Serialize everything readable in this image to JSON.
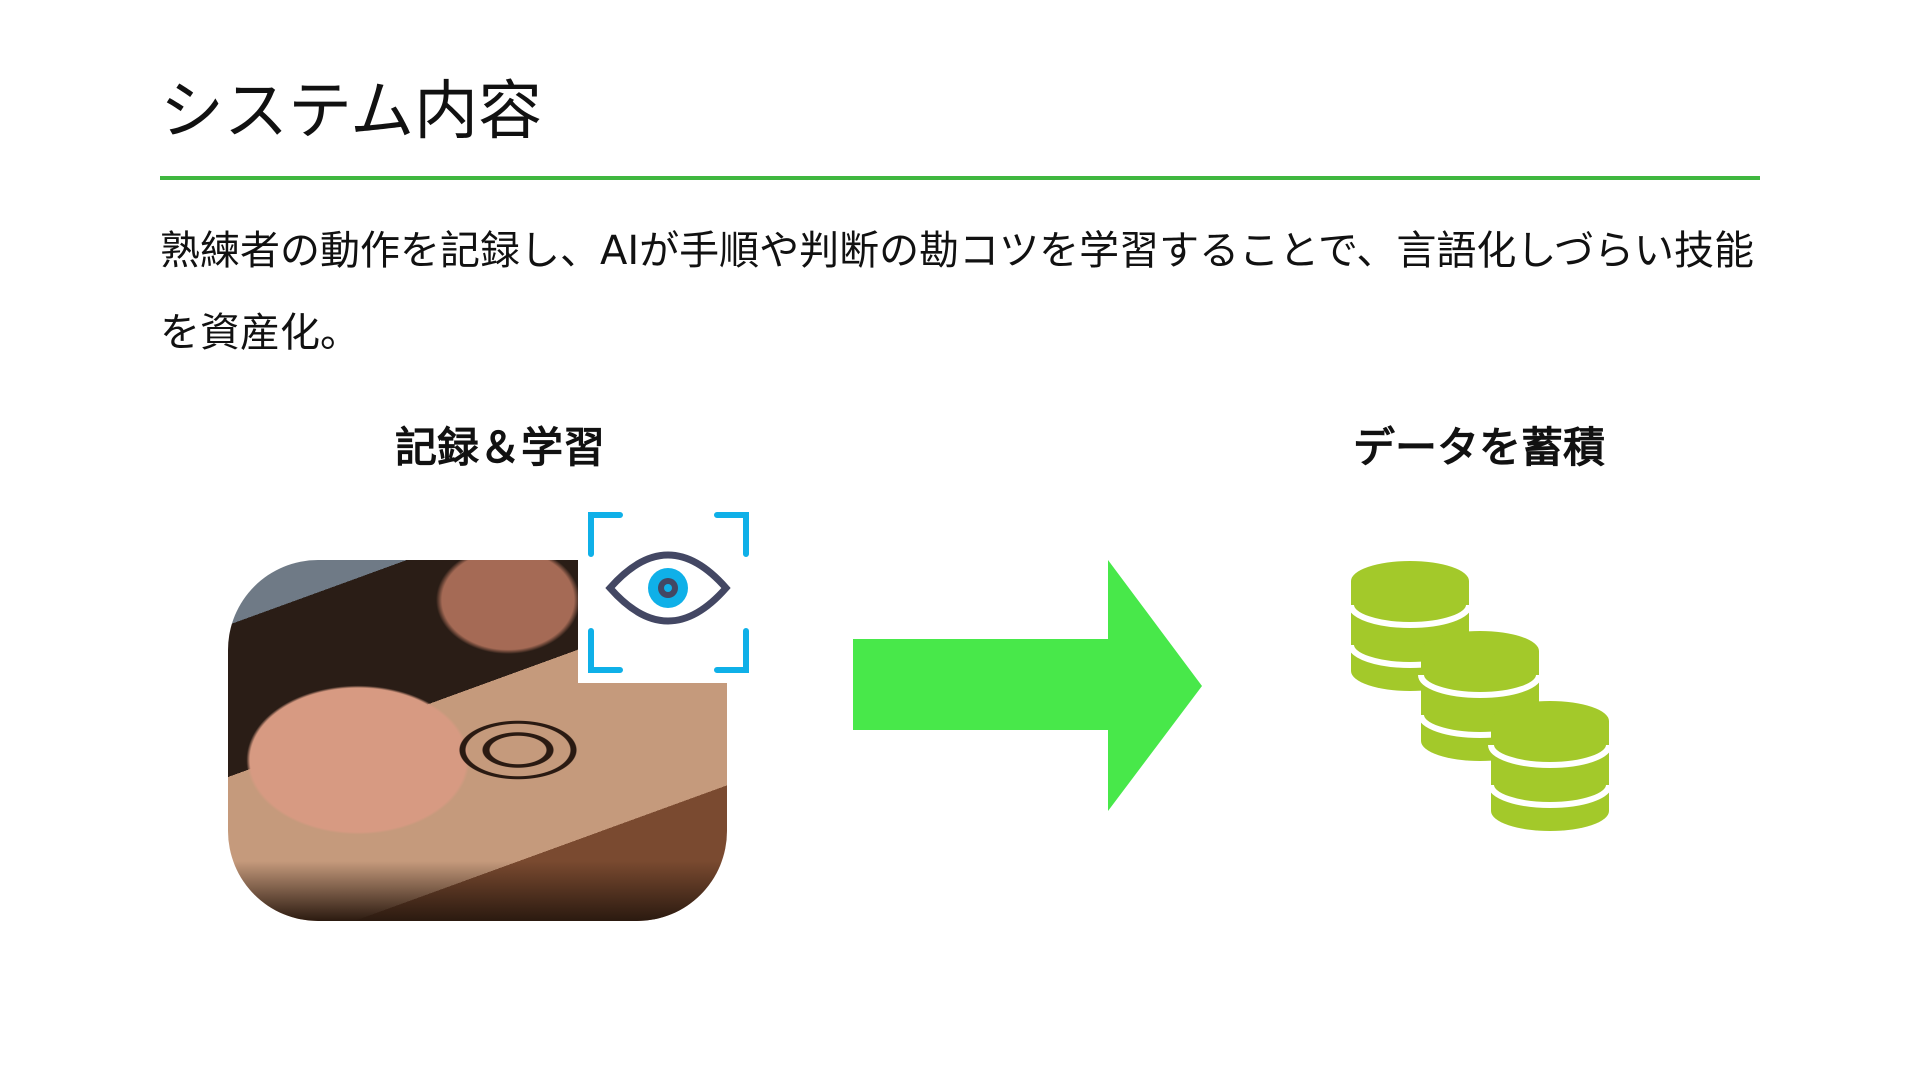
{
  "slide": {
    "title": "システム内容",
    "description": "熟練者の動作を記録し、AIが手順や判断の勘コツを学習することで、言語化しづらい技能を資産化。",
    "left_heading": "記録＆学習",
    "right_heading": "データを蓄積"
  },
  "icons": {
    "photo": "wood-carving-photo",
    "eye": "eye-scan-icon",
    "arrow": "right-arrow-icon",
    "database": "database-stack-icon"
  },
  "colors": {
    "rule": "#3fb73f",
    "arrow": "#48e84a",
    "coins": "#a3c92a",
    "scan": "#0fb0e8",
    "eye_outline": "#434763"
  }
}
